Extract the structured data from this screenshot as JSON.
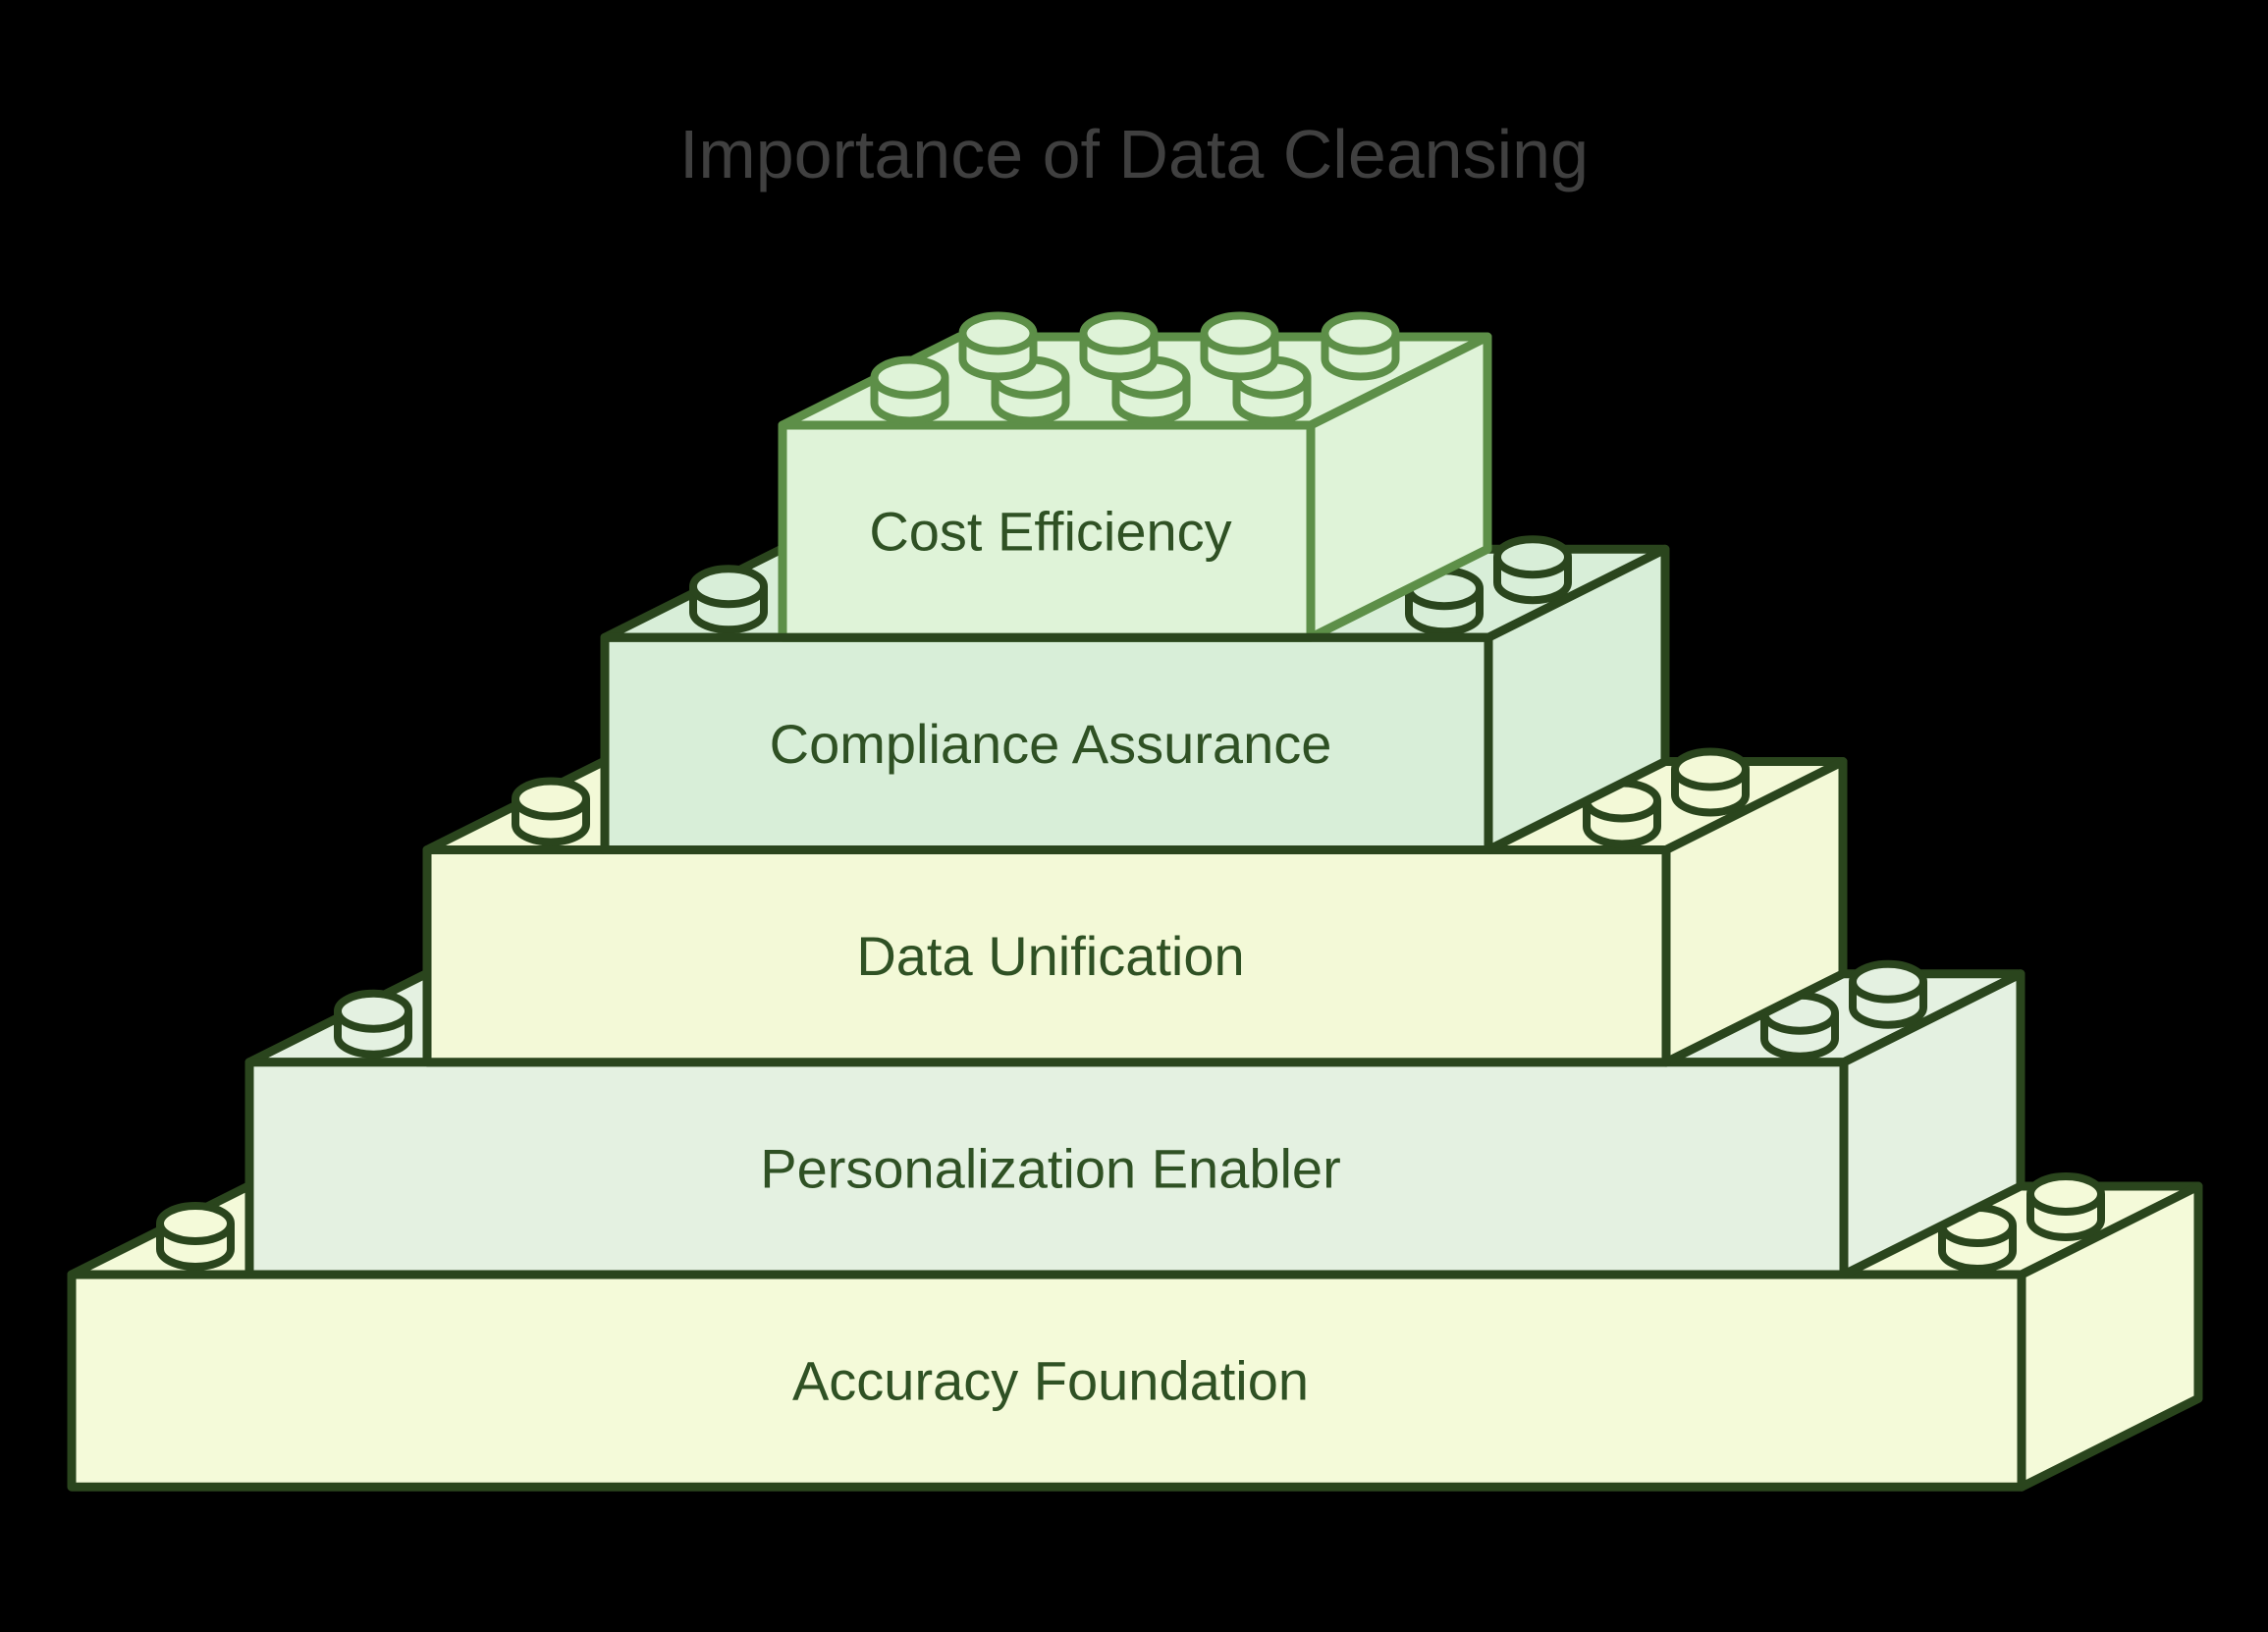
{
  "title": {
    "text": "Importance of Data Cleansing",
    "color": "#404040"
  },
  "background_color": "#000000",
  "diagram": {
    "type": "lego-stack-pyramid",
    "levels": [
      {
        "label": "Cost Efficiency",
        "fill": "#dff3d8",
        "stroke": "#5d8f48",
        "text_color": "#2f5124"
      },
      {
        "label": "Compliance Assurance",
        "fill": "#d8eed8",
        "stroke": "#2a451d",
        "text_color": "#2f5124"
      },
      {
        "label": "Data Unification",
        "fill": "#f3f9d7",
        "stroke": "#2a451d",
        "text_color": "#2f5124"
      },
      {
        "label": "Personalization Enabler",
        "fill": "#e4f1e1",
        "stroke": "#2a451d",
        "text_color": "#2f5124"
      },
      {
        "label": "Accuracy Foundation",
        "fill": "#f4fad9",
        "stroke": "#2a451d",
        "text_color": "#2f5124"
      }
    ]
  }
}
